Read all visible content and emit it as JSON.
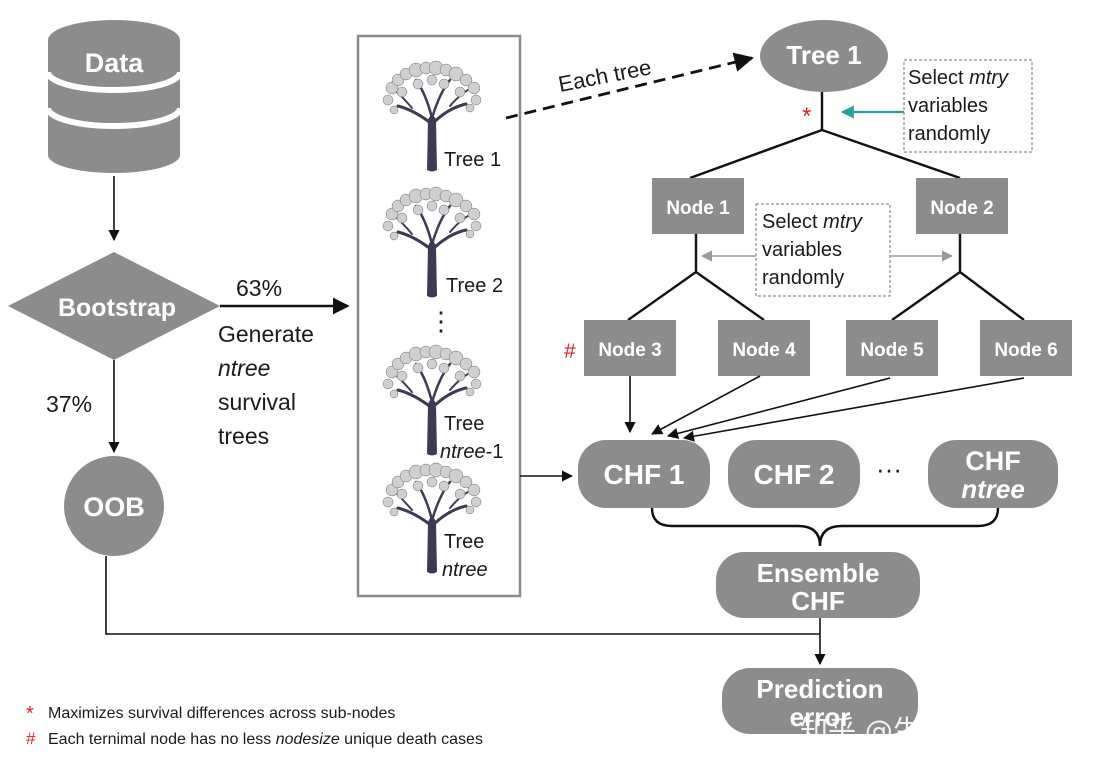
{
  "data_db": {
    "label": "Data"
  },
  "bootstrap": {
    "label": "Bootstrap"
  },
  "oob": {
    "label": "OOB"
  },
  "pct_63": "63%",
  "pct_37": "37%",
  "generate_text": {
    "line1": "Generate",
    "line2": "ntree",
    "line3": "survival",
    "line4": "trees"
  },
  "forest": {
    "tree1": "Tree 1",
    "tree2": "Tree 2",
    "ellipsis": "⋮",
    "tree_ntree_minus_1_a": "Tree",
    "tree_ntree_minus_1_b_italic": "ntree",
    "tree_ntree_minus_1_b_suffix": "-1",
    "tree_ntree_a": "Tree",
    "tree_ntree_b_italic": "ntree"
  },
  "each_tree": "Each tree",
  "tree_root": "Tree 1",
  "select_top": {
    "line1a": "Select ",
    "line1b_italic": "mtry",
    "line2": "variables",
    "line3": "randomly"
  },
  "select_mid": {
    "line1a": "Select ",
    "line1b_italic": "mtry",
    "line2": "variables",
    "line3": "randomly"
  },
  "nodes": {
    "n1": "Node 1",
    "n2": "Node 2",
    "n3": "Node 3",
    "n4": "Node 4",
    "n5": "Node 5",
    "n6": "Node 6"
  },
  "marks": {
    "star": "*",
    "hash": "#"
  },
  "chf": {
    "c1": "CHF 1",
    "c2": "CHF 2",
    "dots": "···",
    "cn_a": "CHF",
    "cn_b_italic": "ntree"
  },
  "ensemble": {
    "line1": "Ensemble",
    "line2": "CHF"
  },
  "prediction": {
    "line1": "Prediction",
    "line2": "error"
  },
  "legend": {
    "star_symbol": "*",
    "star_text": "Maximizes survival differences across sub-nodes",
    "hash_symbol": "#",
    "hash_text_a": "Each ternimal node has no less ",
    "hash_text_b_italic": "nodesize",
    "hash_text_c": " unique death cases"
  },
  "watermark": "知乎 @生信学习者",
  "colors": {
    "node_gray": "#8c8c8c",
    "text_dark": "#1a1a1a",
    "red_mark": "#e0202a",
    "teal_arrow": "#2a9d9a",
    "tree_trunk": "#3d3a55"
  }
}
